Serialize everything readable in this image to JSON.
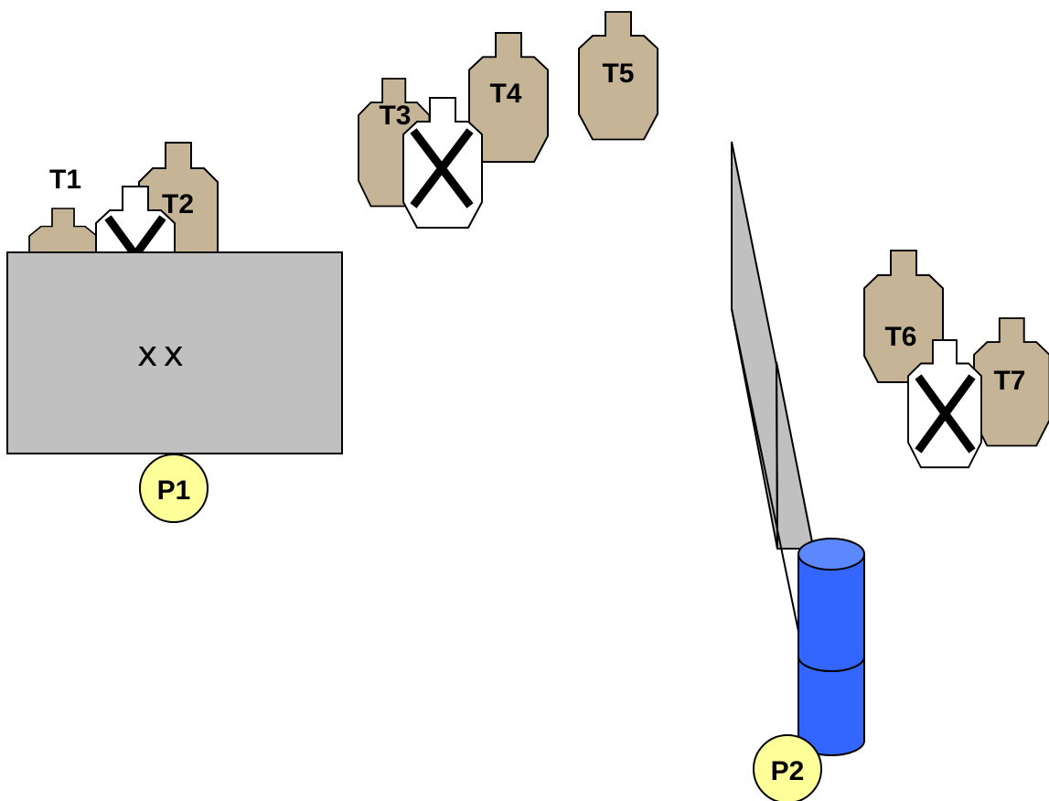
{
  "colors": {
    "threat_target": "#C6B496",
    "no_shoot_target": "#FFFFFF",
    "no_shoot_mark": "#000000",
    "table": "#C0C0C0",
    "wall": "#C0C0C0",
    "barrel_body": "#3366FF",
    "barrel_top": "#5B87FF",
    "position_marker": "#FFFF99",
    "outline": "#000000"
  },
  "targets": [
    {
      "id": "t1",
      "label": "T1",
      "type": "threat"
    },
    {
      "id": "t2",
      "label": "T2",
      "type": "threat"
    },
    {
      "id": "t3",
      "label": "T3",
      "type": "threat"
    },
    {
      "id": "t4",
      "label": "T4",
      "type": "threat"
    },
    {
      "id": "t5",
      "label": "T5",
      "type": "threat"
    },
    {
      "id": "t6",
      "label": "T6",
      "type": "threat"
    },
    {
      "id": "t7",
      "label": "T7",
      "type": "threat"
    }
  ],
  "no_shoots": [
    {
      "id": "ns1",
      "icon": "x-mark-icon"
    },
    {
      "id": "ns2",
      "icon": "x-mark-icon"
    },
    {
      "id": "ns3",
      "icon": "x-mark-icon"
    }
  ],
  "table": {
    "text": "xx"
  },
  "positions": [
    {
      "id": "p1",
      "label": "P1"
    },
    {
      "id": "p2",
      "label": "P2"
    }
  ],
  "props": {
    "wall": "wall-panel",
    "barrels": 2
  }
}
